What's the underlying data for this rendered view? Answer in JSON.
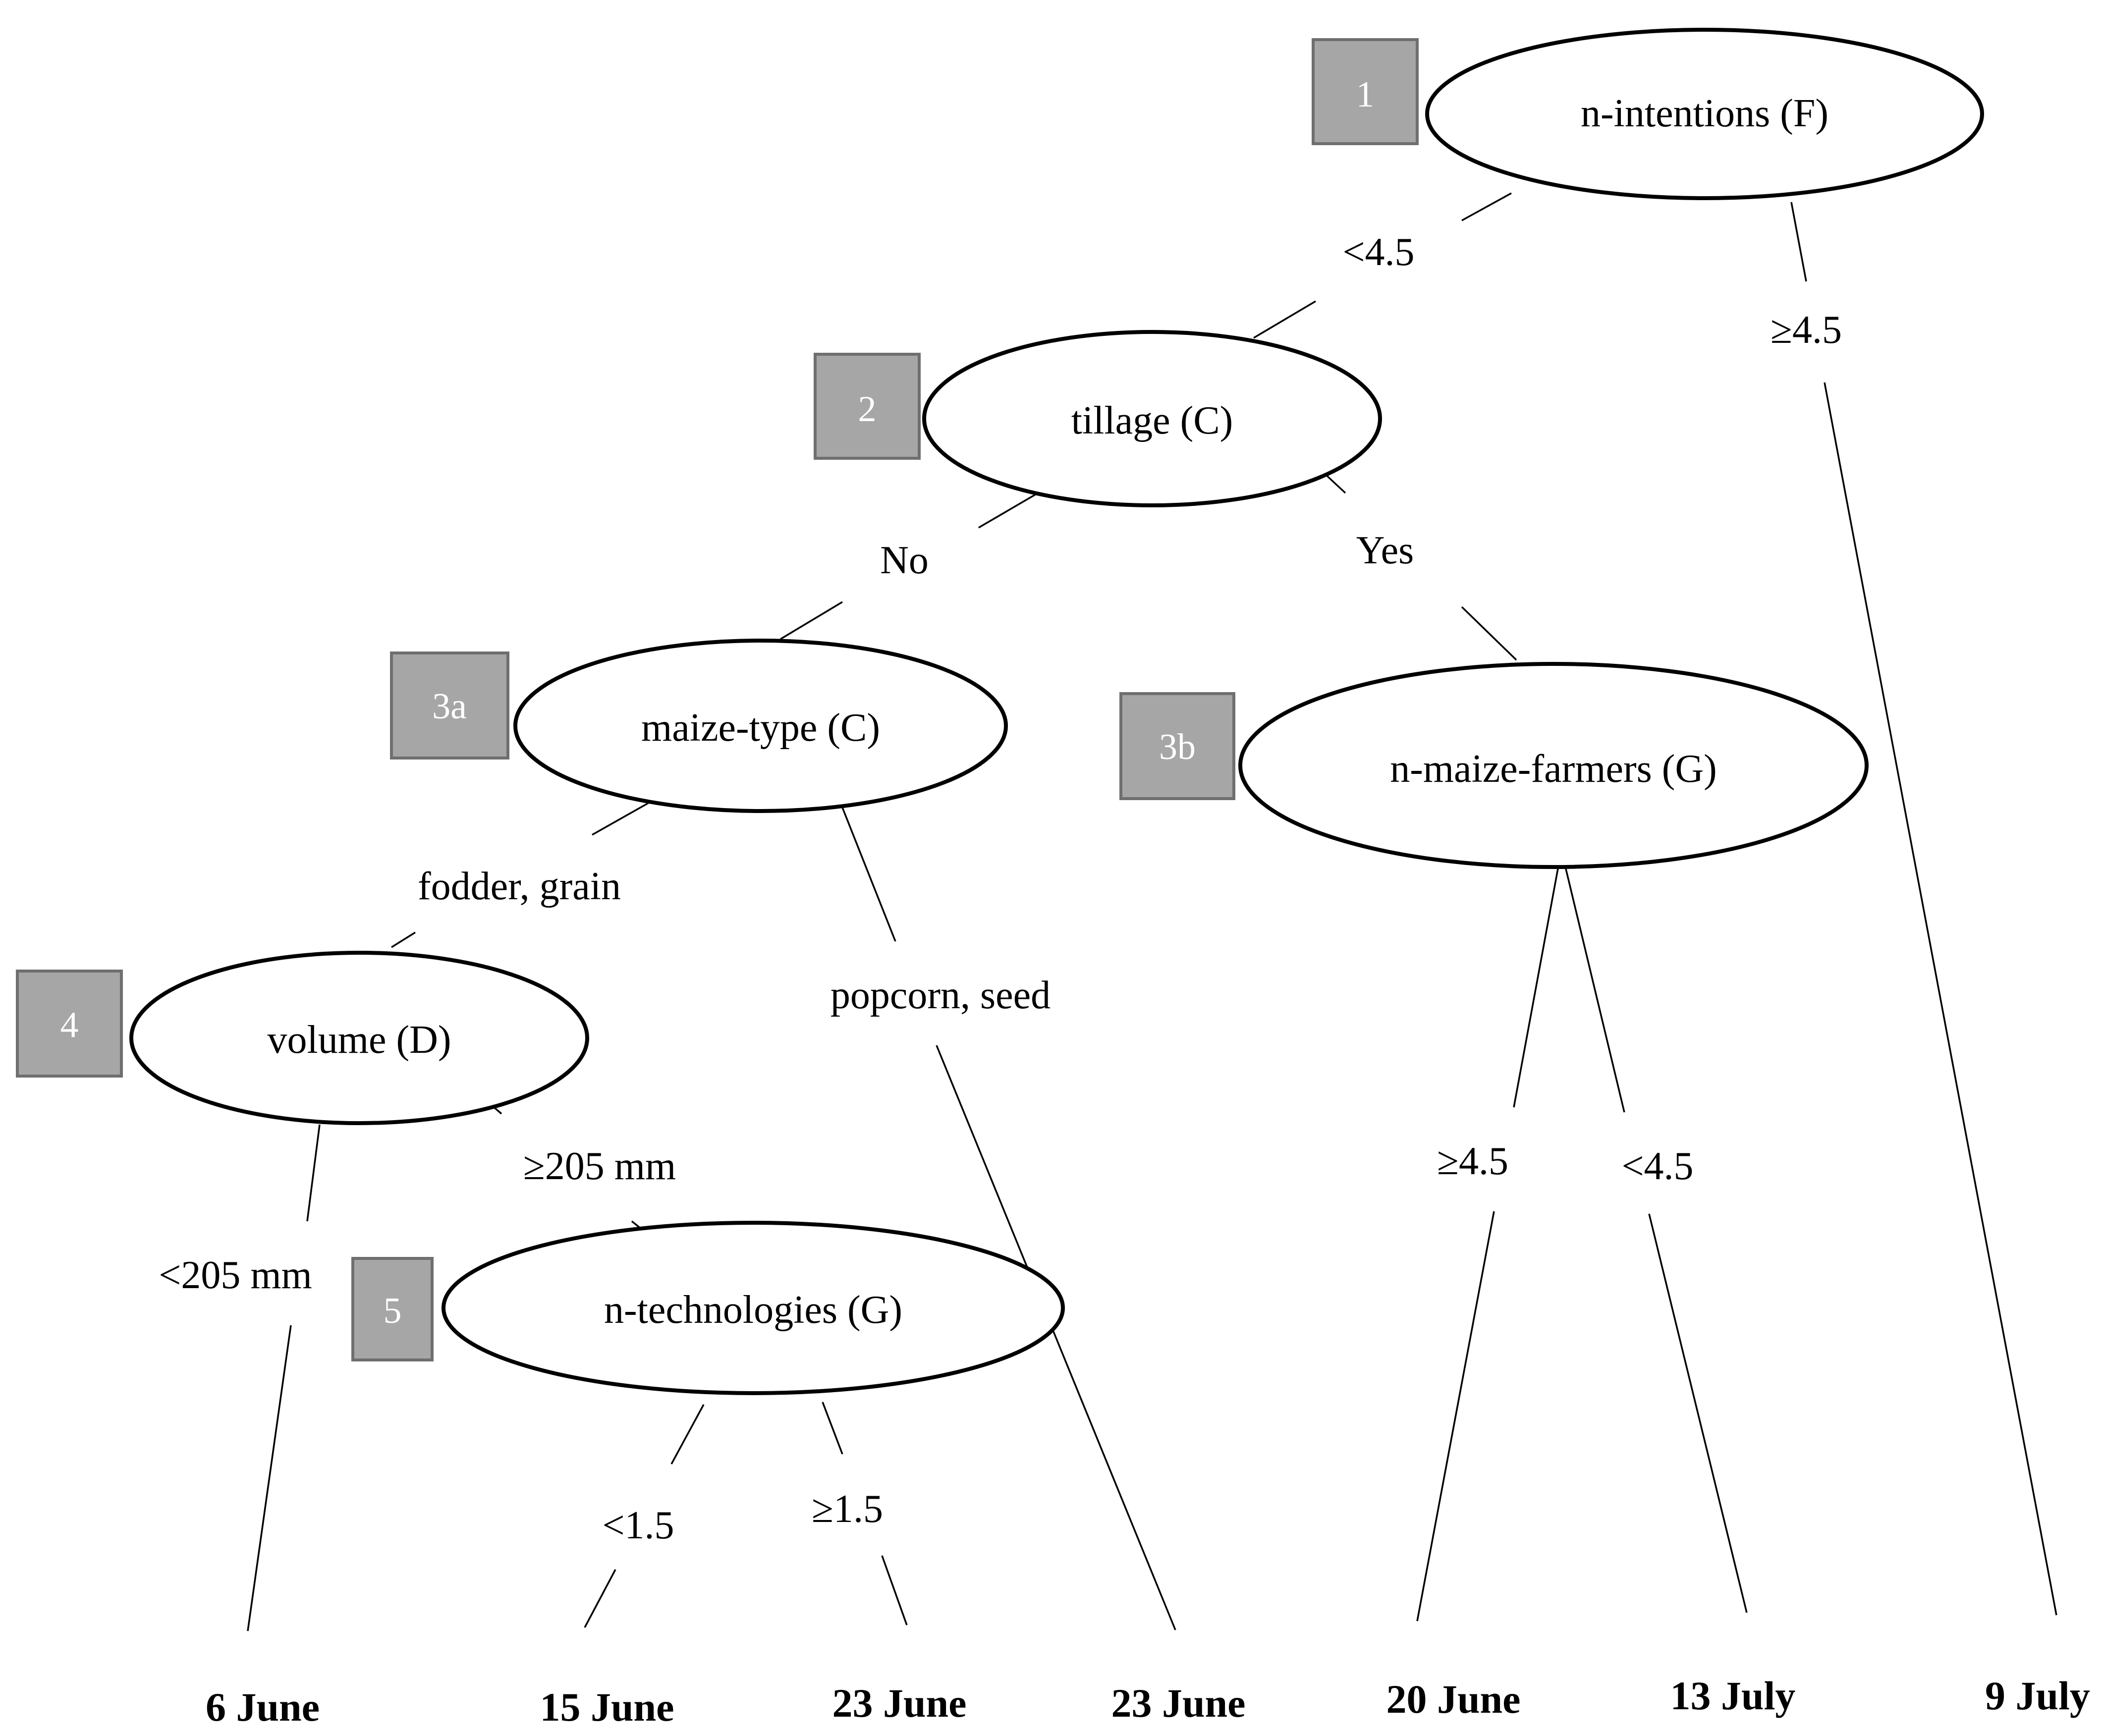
{
  "nodes": [
    {
      "id": "1",
      "number": "1",
      "label": "n-intentions (F)"
    },
    {
      "id": "2",
      "number": "2",
      "label": "tillage (C)"
    },
    {
      "id": "3a",
      "number": "3a",
      "label": "maize-type (C)"
    },
    {
      "id": "3b",
      "number": "3b",
      "label": "n-maize-farmers (G)"
    },
    {
      "id": "4",
      "number": "4",
      "label": "volume (D)"
    },
    {
      "id": "5",
      "number": "5",
      "label": "n-technologies (G)"
    }
  ],
  "edges": [
    {
      "from": "1",
      "to": "2",
      "label": "<4.5"
    },
    {
      "from": "1",
      "to": "leaf-7",
      "label": "≥4.5"
    },
    {
      "from": "2",
      "to": "3a",
      "label": "No"
    },
    {
      "from": "2",
      "to": "3b",
      "label": "Yes"
    },
    {
      "from": "3a",
      "to": "4",
      "label": "fodder, grain"
    },
    {
      "from": "3a",
      "to": "leaf-4",
      "label": "popcorn, seed"
    },
    {
      "from": "4",
      "to": "leaf-1",
      "label": "<205 mm"
    },
    {
      "from": "4",
      "to": "5",
      "label": "≥205 mm"
    },
    {
      "from": "5",
      "to": "leaf-2",
      "label": "<1.5"
    },
    {
      "from": "5",
      "to": "leaf-3",
      "label": "≥1.5"
    },
    {
      "from": "3b",
      "to": "leaf-5",
      "label": "≥4.5"
    },
    {
      "from": "3b",
      "to": "leaf-6",
      "label": "<4.5"
    }
  ],
  "leaves": [
    {
      "id": "leaf-1",
      "label": "6 June"
    },
    {
      "id": "leaf-2",
      "label": "15 June"
    },
    {
      "id": "leaf-3",
      "label": "23 June"
    },
    {
      "id": "leaf-4",
      "label": "23 June"
    },
    {
      "id": "leaf-5",
      "label": "20 June"
    },
    {
      "id": "leaf-6",
      "label": "13 July"
    },
    {
      "id": "leaf-7",
      "label": "9 July"
    }
  ],
  "colors": {
    "number_box_fill": "#a6a6a6",
    "number_box_border": "#6f6f6f",
    "number_text": "#ffffff",
    "line": "#000000"
  }
}
